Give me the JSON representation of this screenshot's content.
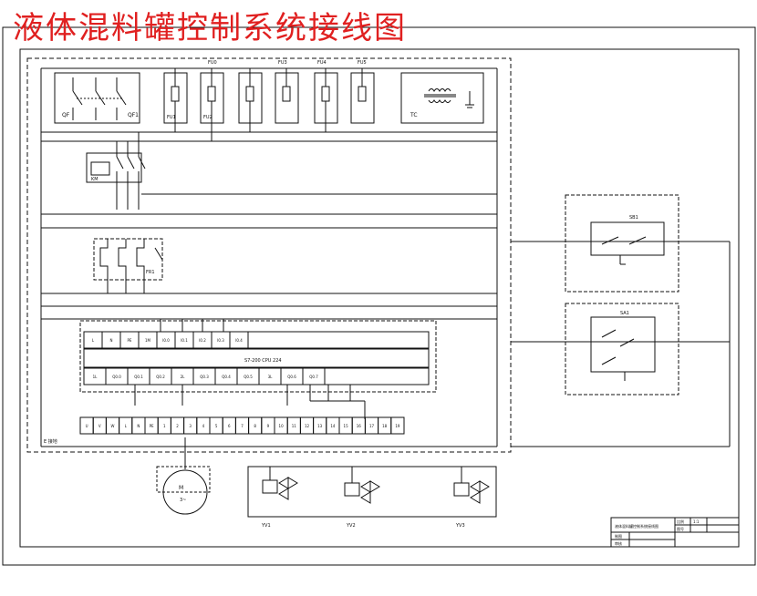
{
  "title": "液体混料罐控制系统接线图",
  "labels": {
    "breaker_qf": "QF",
    "breaker_qf1": "QF1",
    "fu_top": "FU0",
    "fu1": "FU1",
    "fu2": "FU2",
    "fu3": "FU3",
    "fu4": "FU4",
    "fu5": "FU5",
    "tc": "TC",
    "km": "KM",
    "kh": "FR1",
    "motor_m": "M",
    "motor_3": "3~",
    "plc_model": "S7-200 CPU 224",
    "sb_box1": "SB1",
    "sb_box2": "SA1",
    "yv1": "YV1",
    "yv2": "YV2",
    "yv3": "YV3",
    "pe_note": "E 接地",
    "titleblock_name": "液体混料罐控制系统接线图",
    "tb_scale_label": "比例",
    "tb_scale_value": "1:1",
    "tb_drawn_label": "制图",
    "tb_check_label": "审核",
    "tb_draw_label": "图号"
  },
  "plc_top_labels": [
    "L",
    "N",
    "PE",
    "1M",
    "I0.0",
    "I0.1",
    "I0.2",
    "I0.3",
    "I0.4"
  ],
  "plc_bottom_labels": [
    "1L",
    "Q0.0",
    "Q0.1",
    "Q0.2",
    "2L",
    "Q0.3",
    "Q0.4",
    "Q0.5",
    "3L",
    "Q0.6",
    "Q0.7"
  ],
  "terminal_labels": [
    "U",
    "V",
    "W",
    "L",
    "N",
    "PE",
    "1",
    "2",
    "3",
    "4",
    "5",
    "6",
    "7",
    "8",
    "9",
    "10",
    "11",
    "12",
    "13",
    "14",
    "15",
    "16",
    "17",
    "18",
    "19"
  ]
}
